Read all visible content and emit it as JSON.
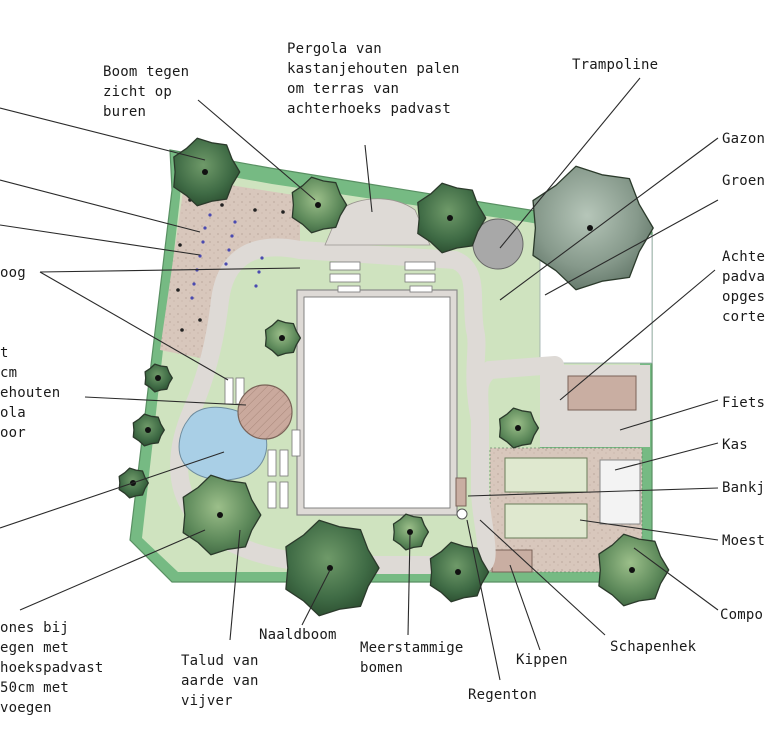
{
  "labels": {
    "boom_tegen_zicht": [
      "Boom tegen",
      "zicht op",
      "buren"
    ],
    "pergola": [
      "Pergola van",
      "kastanjehouten palen",
      "om terras van",
      "achterhoeks padvast"
    ],
    "trampoline": [
      "Trampoline"
    ],
    "gazon": [
      "Gazon"
    ],
    "groen": [
      "Groen"
    ],
    "achterhoeks_padvast": [
      "Achte",
      "padva",
      "opges",
      "corte"
    ],
    "fiets": [
      "Fiets"
    ],
    "kas": [
      "Kas"
    ],
    "bankje": [
      "Bankj"
    ],
    "moestuin": [
      "Moest"
    ],
    "compost": [
      "Compo"
    ],
    "boog": [
      "oog"
    ],
    "pergola_left": [
      "t",
      "cm",
      "ehouten",
      "ola",
      "oor"
    ],
    "stones": [
      "ones bij",
      "egen met",
      "hoekspadvast",
      "50cm met",
      "voegen"
    ],
    "naaldboom": [
      "Naaldboom"
    ],
    "talud": [
      "Talud van",
      "aarde van",
      "vijver"
    ],
    "meerstammige": [
      "Meerstammige",
      "bomen"
    ],
    "kippen": [
      "Kippen"
    ],
    "schapenhek": [
      "Schapenhek"
    ],
    "regenton": [
      "Regenton"
    ]
  },
  "colors": {
    "hedge": "#5fae6e",
    "lawn": "#cfe3bf",
    "path": "#dedad6",
    "gravel": "#d8c7bc",
    "water": "#a9cfe6",
    "deck": "#c9aea2",
    "tree_dark": "#3f6b45",
    "tree_mid": "#5e8a5b",
    "tree_grey": "#8fa497",
    "plant_dots": "#4a4ab0"
  }
}
